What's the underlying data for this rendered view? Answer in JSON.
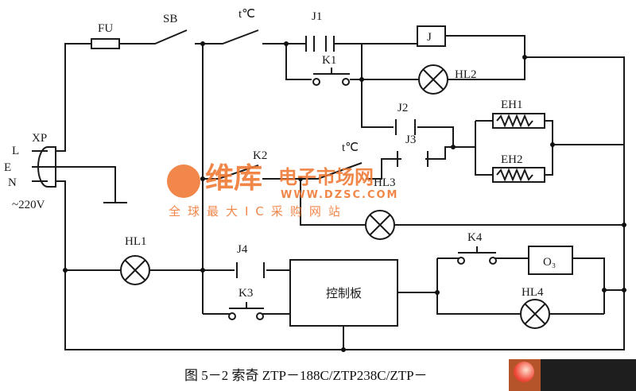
{
  "labels": {
    "fu": "FU",
    "sb": "SB",
    "tc1": "t℃",
    "j1": "J1",
    "j": "J",
    "k1": "K1",
    "hl2": "HL2",
    "j2": "J2",
    "eh1": "EH1",
    "eh2": "EH2",
    "xp": "XP",
    "l": "L",
    "e": "E",
    "n": "N",
    "v": "~220V",
    "k2": "K2",
    "tc2": "t℃",
    "j3": "J3",
    "hl3": "HL3",
    "hl1": "HL1",
    "j4": "J4",
    "k3": "K3",
    "board": "控制板",
    "k4": "K4",
    "o3": "O₃",
    "hl4": "HL4"
  },
  "caption": "图 5－2   索奇 ZTP－188C/ZTP238C/ZTP－",
  "watermark": {
    "brand": "维库",
    "site": "电子市场网",
    "url": "WWW.DZSC.COM",
    "slogan": "全球最大IC采购网站"
  }
}
